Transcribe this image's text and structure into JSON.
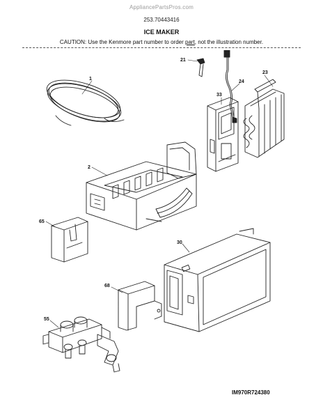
{
  "header": {
    "watermark": "AppliancePartsPros.com",
    "model_number": "253.70443416",
    "title": "ICE MAKER",
    "caution_pre": "CAUTION: Use the Kenmore part number to order ",
    "caution_link": "part",
    "caution_post": ", not the illustration number."
  },
  "parts": [
    {
      "id": "1"
    },
    {
      "id": "2"
    },
    {
      "id": "21"
    },
    {
      "id": "23"
    },
    {
      "id": "24"
    },
    {
      "id": "30"
    },
    {
      "id": "33"
    },
    {
      "id": "55"
    },
    {
      "id": "65"
    },
    {
      "id": "68"
    }
  ],
  "footer": {
    "diagram_ref": "IM970R724380"
  }
}
